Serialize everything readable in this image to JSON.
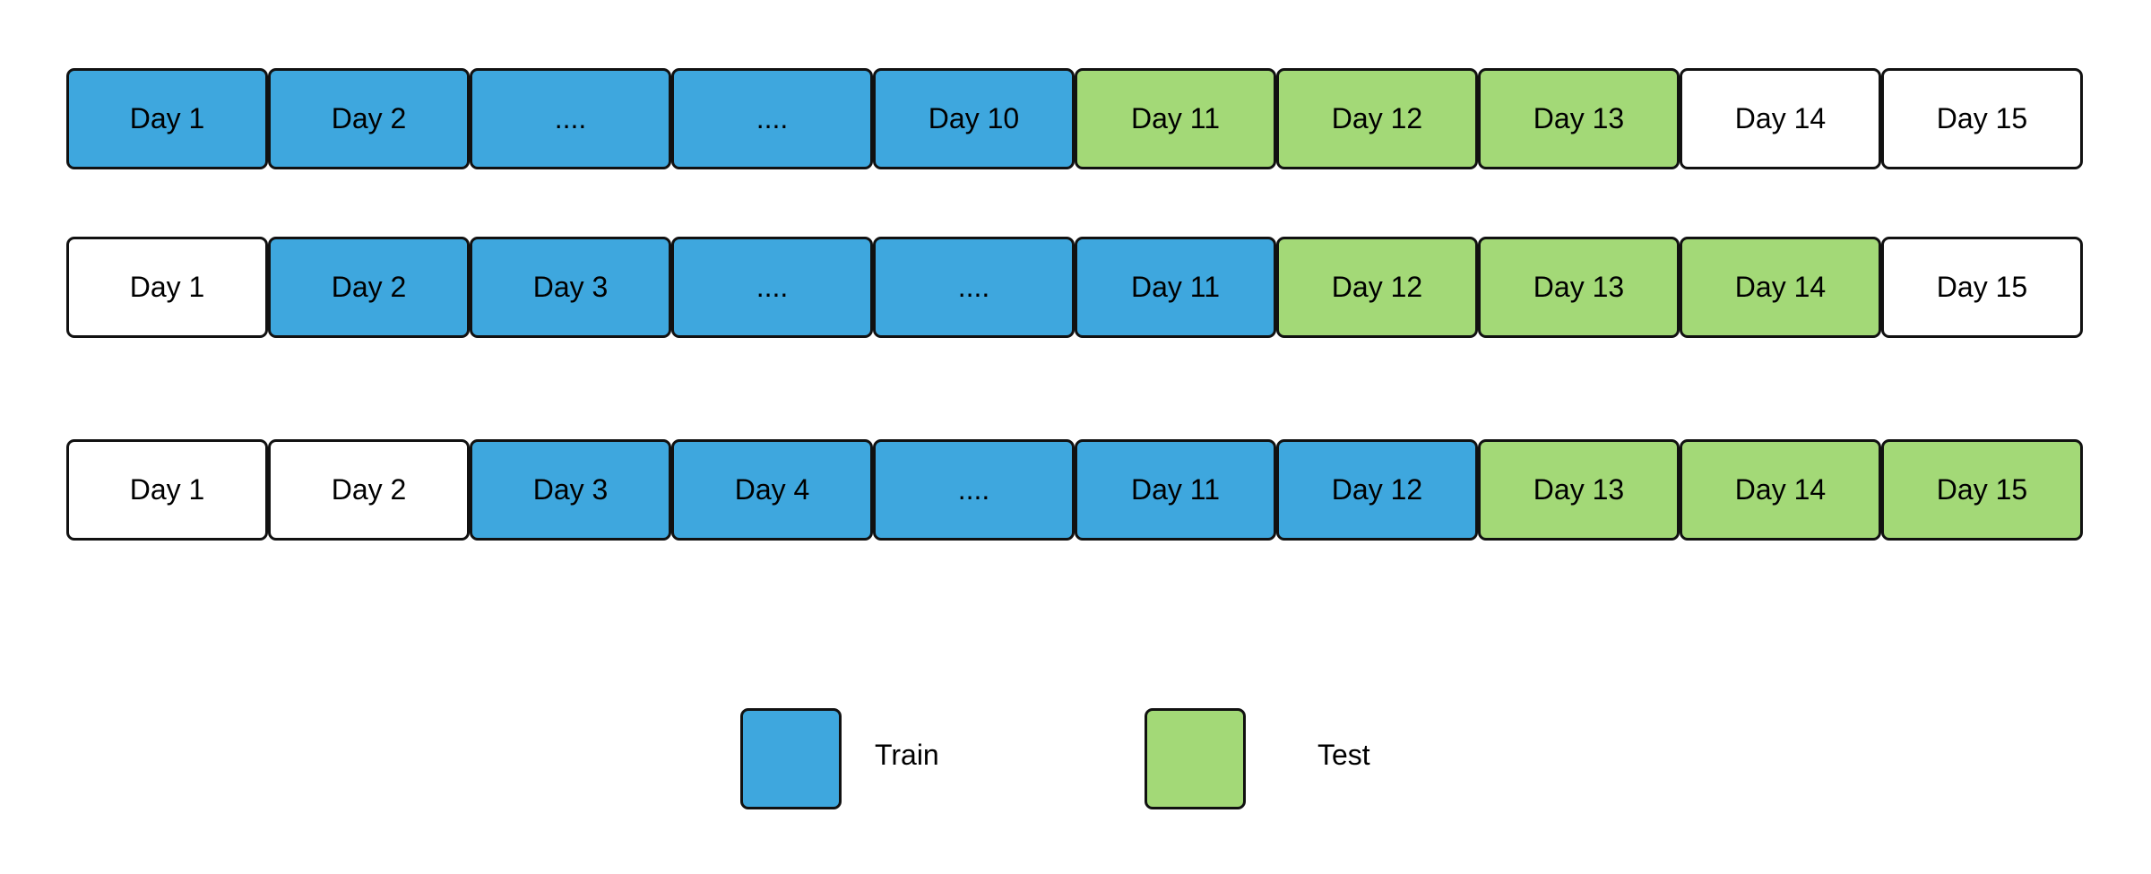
{
  "colors": {
    "train": "#3ea7de",
    "test": "#a3d977",
    "none": "#ffffff"
  },
  "rows": [
    {
      "cells": [
        {
          "label": "Day 1",
          "kind": "train"
        },
        {
          "label": "Day 2",
          "kind": "train"
        },
        {
          "label": "....",
          "kind": "train"
        },
        {
          "label": "....",
          "kind": "train"
        },
        {
          "label": "Day 10",
          "kind": "train"
        },
        {
          "label": "Day 11",
          "kind": "test"
        },
        {
          "label": "Day 12",
          "kind": "test"
        },
        {
          "label": "Day 13",
          "kind": "test"
        },
        {
          "label": "Day 14",
          "kind": "none"
        },
        {
          "label": "Day 15",
          "kind": "none"
        }
      ]
    },
    {
      "cells": [
        {
          "label": "Day 1",
          "kind": "none"
        },
        {
          "label": "Day 2",
          "kind": "train"
        },
        {
          "label": "Day 3",
          "kind": "train"
        },
        {
          "label": "....",
          "kind": "train"
        },
        {
          "label": "....",
          "kind": "train"
        },
        {
          "label": "Day 11",
          "kind": "train"
        },
        {
          "label": "Day 12",
          "kind": "test"
        },
        {
          "label": "Day 13",
          "kind": "test"
        },
        {
          "label": "Day 14",
          "kind": "test"
        },
        {
          "label": "Day 15",
          "kind": "none"
        }
      ]
    },
    {
      "cells": [
        {
          "label": "Day 1",
          "kind": "none"
        },
        {
          "label": "Day 2",
          "kind": "none"
        },
        {
          "label": "Day 3",
          "kind": "train"
        },
        {
          "label": "Day 4",
          "kind": "train"
        },
        {
          "label": "....",
          "kind": "train"
        },
        {
          "label": "Day 11",
          "kind": "train"
        },
        {
          "label": "Day 12",
          "kind": "train"
        },
        {
          "label": "Day 13",
          "kind": "test"
        },
        {
          "label": "Day 14",
          "kind": "test"
        },
        {
          "label": "Day 15",
          "kind": "test"
        }
      ]
    }
  ],
  "legend": {
    "train_label": "Train",
    "test_label": "Test"
  }
}
